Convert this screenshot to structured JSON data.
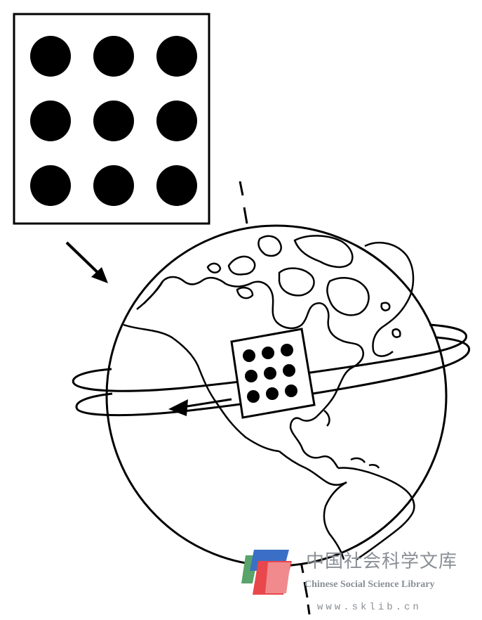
{
  "figure": {
    "dot_grid": {
      "rows": 3,
      "cols": 3
    },
    "globe_patch_dots": {
      "rows": 3,
      "cols": 3
    }
  },
  "watermark": {
    "cn": "中国社会科学文库",
    "en": "Chinese Social Science Library",
    "url": "www.sklib.cn",
    "colors": {
      "red": "#e8474c",
      "blue": "#3b6fc6",
      "green": "#5aa36a",
      "gray": "#8a8f96"
    }
  }
}
